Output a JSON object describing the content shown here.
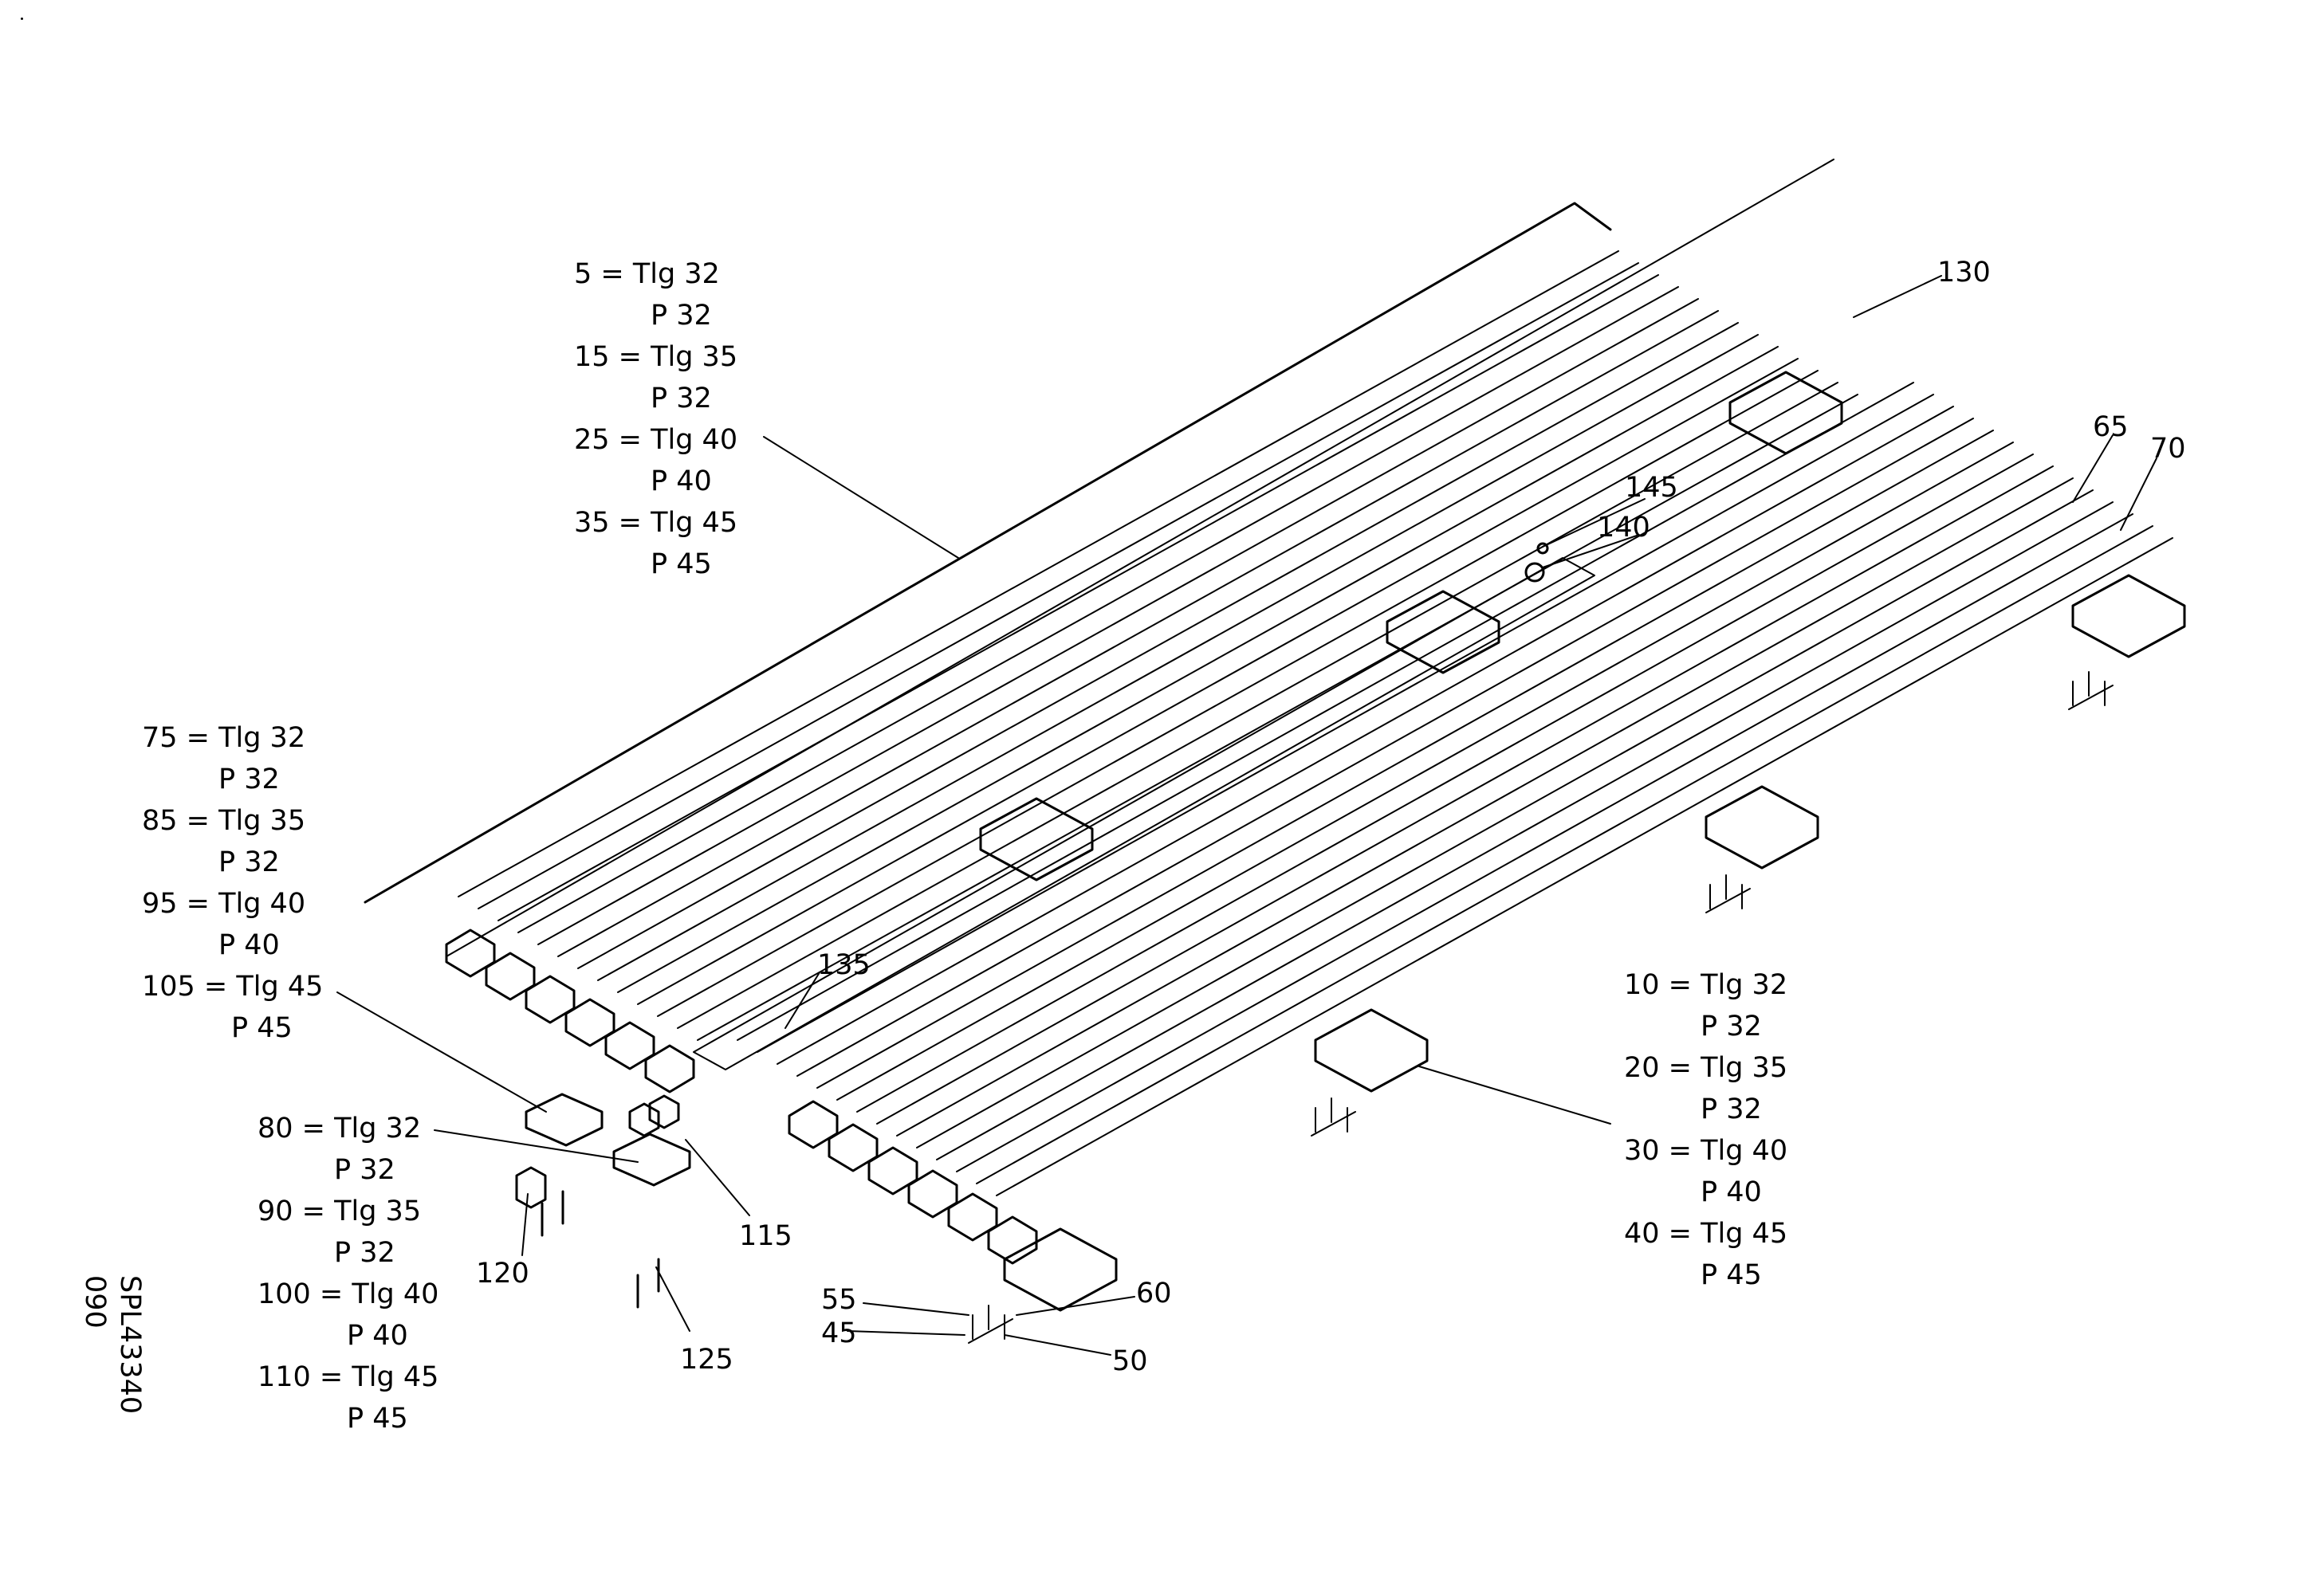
{
  "drawing": {
    "callouts": {
      "c130": "130",
      "c65": "65",
      "c70": "70",
      "c145": "145",
      "c140": "140",
      "c135": "135",
      "c115": "115",
      "c120": "120",
      "c125": "125",
      "c55": "55",
      "c60": "60",
      "c45": "45",
      "c50": "50"
    },
    "block_top": [
      {
        "item": "5 = Tlg 32",
        "sub": "P 32"
      },
      {
        "item": "15 = Tlg 35",
        "sub": "P 32"
      },
      {
        "item": "25 = Tlg 40",
        "sub": "P 40"
      },
      {
        "item": "35 = Tlg 45",
        "sub": "P 45"
      }
    ],
    "block_left": [
      {
        "item": "75 = Tlg 32",
        "sub": "P 32"
      },
      {
        "item": "85 = Tlg 35",
        "sub": "P 32"
      },
      {
        "item": "95 = Tlg 40",
        "sub": "P 40"
      },
      {
        "item": "105 = Tlg 45",
        "sub": "P 45"
      }
    ],
    "block_bottom": [
      {
        "item": "80 = Tlg 32",
        "sub": "P 32"
      },
      {
        "item": "90 = Tlg 35",
        "sub": "P 32"
      },
      {
        "item": "100 = Tlg 40",
        "sub": "P 40"
      },
      {
        "item": "110 = Tlg 45",
        "sub": "P 45"
      }
    ],
    "block_right": [
      {
        "item": "10 = Tlg 32",
        "sub": "P 32"
      },
      {
        "item": "20 = Tlg 35",
        "sub": "P 32"
      },
      {
        "item": "30 = Tlg 40",
        "sub": "P 40"
      },
      {
        "item": "40 = Tlg 45",
        "sub": "P 45"
      }
    ],
    "drawing_code": "SPL43340\n090"
  }
}
